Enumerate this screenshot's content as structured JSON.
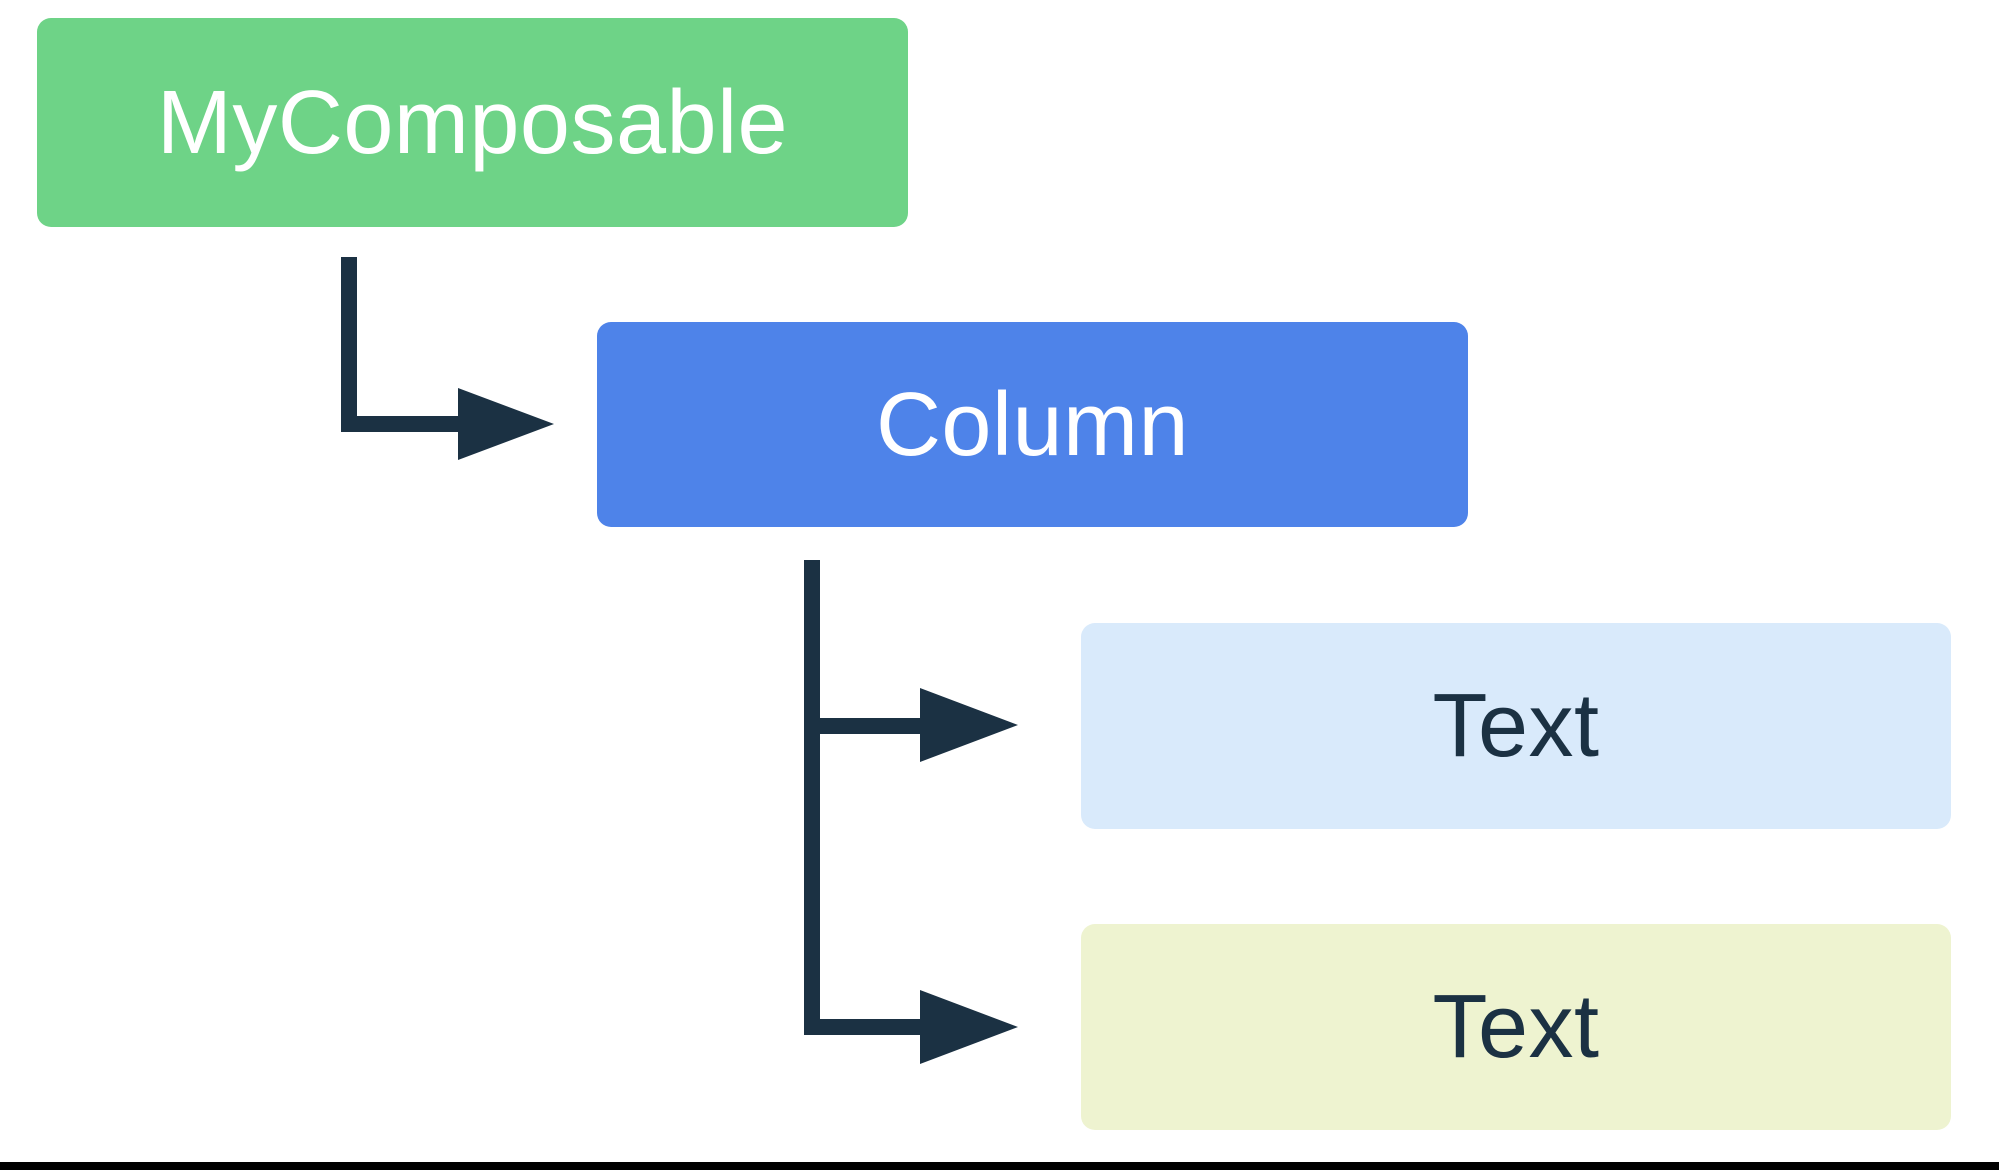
{
  "diagram": {
    "background": "#FFFFFF",
    "arrow_color": "#1B3143",
    "bottom_rule_color": "#000000",
    "nodes": [
      {
        "label": "MyComposable",
        "bg": "#6ED387",
        "fg": "#FFFFFF"
      },
      {
        "label": "Column",
        "bg": "#4E83E9",
        "fg": "#FFFFFF"
      },
      {
        "label": "Text",
        "bg": "#D9EAFB",
        "fg": "#1B3143"
      },
      {
        "label": "Text",
        "bg": "#EEF3D0",
        "fg": "#1B3143"
      }
    ]
  }
}
